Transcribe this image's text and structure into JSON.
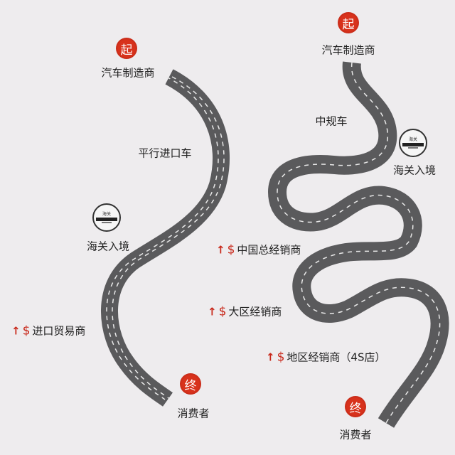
{
  "colors": {
    "road": "#5a5a5c",
    "badge": "#d8321c",
    "accent": "#c8281a",
    "background": "#eeecee"
  },
  "left": {
    "start_badge": "起",
    "start_label": "汽车制造商",
    "route_label": "平行进口车",
    "customs_logo": "海关",
    "customs_label": "海关入境",
    "trader_label": "进口贸易商",
    "end_badge": "终",
    "end_label": "消费者"
  },
  "right": {
    "start_badge": "起",
    "start_label": "汽车制造商",
    "route_label": "中规车",
    "customs_logo": "海关",
    "customs_label": "海关入境",
    "dealers": [
      "中国总经销商",
      "大区经销商",
      "地区经销商（4S店）"
    ],
    "end_badge": "终",
    "end_label": "消费者"
  },
  "markup_icon": {
    "arrow": "↑",
    "currency": "$"
  }
}
